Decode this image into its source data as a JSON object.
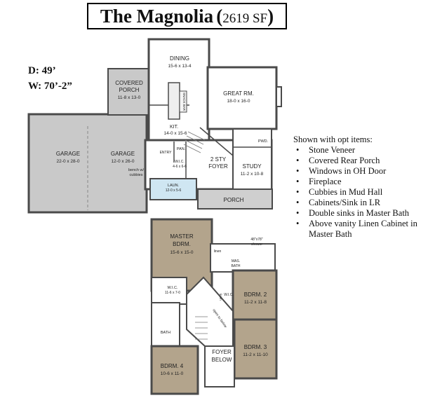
{
  "title": {
    "name": "The Magnolia",
    "open_paren": "(",
    "area": "2619 SF",
    "close_paren": ")"
  },
  "dimensions": {
    "depth": "D:  49’",
    "width": "W:  70’-2”"
  },
  "options": {
    "heading": "Shown with opt items:",
    "items": [
      "Stone Veneer",
      "Covered Rear Porch",
      "Windows in OH Door",
      "Fireplace",
      "Cubbies in Mud Hall",
      "Cabinets/Sink in LR",
      "Double sinks in Master Bath",
      "Above vanity Linen Cabinet in Master Bath"
    ]
  },
  "first_floor": {
    "dining": {
      "name": "DINING",
      "size": "15-6 x 13-4"
    },
    "covered_porch": {
      "line1": "COVERED",
      "line2": "PORCH",
      "size": "11-8 x 13-0"
    },
    "great_room": {
      "name": "GREAT RM.",
      "size": "18-0 x 16-0"
    },
    "kitchen": {
      "name": "KIT.",
      "size": "14-0 x 15-6"
    },
    "garage_left": {
      "name": "GARAGE",
      "size": "22-0 x 28-0"
    },
    "garage_right": {
      "name": "GARAGE",
      "size": "12-0 x 26-0"
    },
    "bench": {
      "line1": "bench w/",
      "line2": "cubbies"
    },
    "entry": "ENTRY",
    "pantry": "PAN.",
    "wic": {
      "name": "W.I.C.",
      "size": "4-6 x 6-6"
    },
    "foyer": {
      "line1": "2 STY",
      "line2": "FOYER"
    },
    "study": {
      "name": "STUDY",
      "size": "11-2 x 10-8"
    },
    "powder": "PWD.",
    "laundry": {
      "name": "LAUN.",
      "size": "12-0 x 5-6"
    },
    "porch": "PORCH",
    "snack_bar": "SNACK BAR"
  },
  "second_floor": {
    "master": {
      "line1": "MASTER",
      "line2": "BDRM.",
      "size": "15-6 x 15-0"
    },
    "shower": {
      "line1": "48\"x78\"",
      "line2": "shower"
    },
    "linen": "linen",
    "mas_bath": {
      "line1": "MAS.",
      "line2": "BATH"
    },
    "wic": {
      "name": "W.I.C.",
      "size": "11-6 x 7-0"
    },
    "wic_small": "W.I.C.",
    "bdrm2": {
      "name": "BDRM. 2",
      "size": "11-2 x 11-8"
    },
    "bath": "BATH",
    "open_to_below": "open to below",
    "foyer_below": {
      "line1": "FOYER",
      "line2": "BELOW"
    },
    "bdrm3": {
      "name": "BDRM. 3",
      "size": "11-2 x 11-10"
    },
    "bdrm4": {
      "name": "BDRM. 4",
      "size": "10-6 x 11-0"
    },
    "linen_small": "linen"
  },
  "colors": {
    "wall": "#4a4a4a",
    "room": "#ffffff",
    "garage": "#c9c9c9",
    "floor2": "#b3a48c",
    "laundry": "#cfe6f2",
    "porch": "#cfcfcf"
  }
}
